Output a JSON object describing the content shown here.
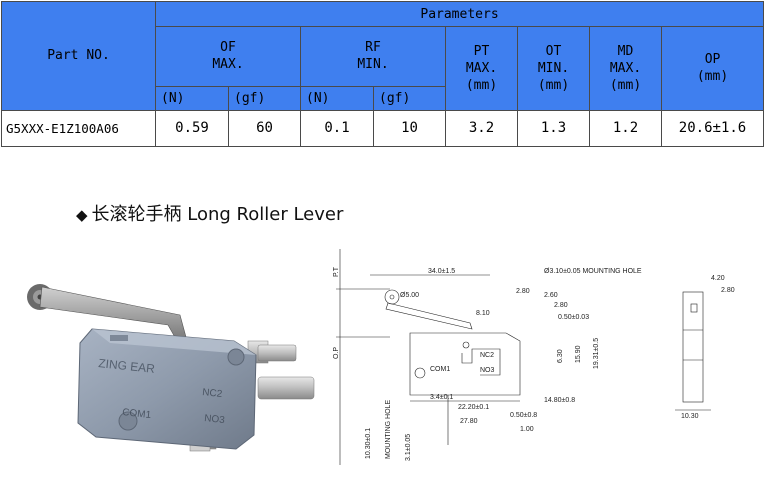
{
  "table": {
    "part_no_label": "Part NO.",
    "parameters_label": "Parameters",
    "columns": {
      "of": {
        "line1": "OF",
        "line2": "MAX."
      },
      "rf": {
        "line1": "RF",
        "line2": "MIN."
      },
      "pt": {
        "line1": "PT",
        "line2": "MAX.",
        "line3": "(mm)"
      },
      "ot": {
        "line1": "OT",
        "line2": "MIN.",
        "line3": "(mm)"
      },
      "md": {
        "line1": "MD",
        "line2": "MAX.",
        "line3": "(mm)"
      },
      "op": {
        "line1": "OP",
        "line2": "(mm)"
      }
    },
    "units": {
      "of_n": "(N)",
      "of_gf": "(gf)",
      "rf_n": "(N)",
      "rf_gf": "(gf)"
    },
    "row": {
      "part": "G5XXX-E1Z100A06",
      "of_n": "0.59",
      "of_gf": "60",
      "rf_n": "0.1",
      "rf_gf": "10",
      "pt": "3.2",
      "ot": "1.3",
      "md": "1.2",
      "op": "20.6±1.6"
    }
  },
  "section": {
    "bullet": "◆",
    "title": "长滚轮手柄 Long Roller Lever"
  },
  "photo": {
    "brand": "ZING EAR",
    "com": "COM1",
    "nc": "NC2",
    "no": "NO3"
  },
  "drawing": {
    "pt": "P.T",
    "op": "O.P",
    "d_34": "34.0±1.5",
    "d_280a": "2.80",
    "d_mount": "Ø3.10±0.05 MOUNTING HOLE",
    "d_phi5": "Ø5.00",
    "d_260": "2.60",
    "d_280b": "2.80",
    "d_810": "8.10",
    "d_050a": "0.50±0.03",
    "d_630": "6.30",
    "d_1590": "15.90",
    "d_1931": "19.31±0.5",
    "nc": "NC2",
    "no": "NO3",
    "com": "COM1",
    "d_34b": "3.4±0.1",
    "d_2220": "22.20±0.1",
    "d_1480": "14.80±0.8",
    "d_2780": "27.80",
    "d_050b": "0.50±0.8",
    "d_100": "1.00",
    "d_1030v": "10.30±0.1",
    "d_mounting_v": "MOUNTING HOLE",
    "d_3122": "3.1±0.05",
    "d_420": "4.20",
    "d_280c": "2.80",
    "d_1030": "10.30"
  }
}
